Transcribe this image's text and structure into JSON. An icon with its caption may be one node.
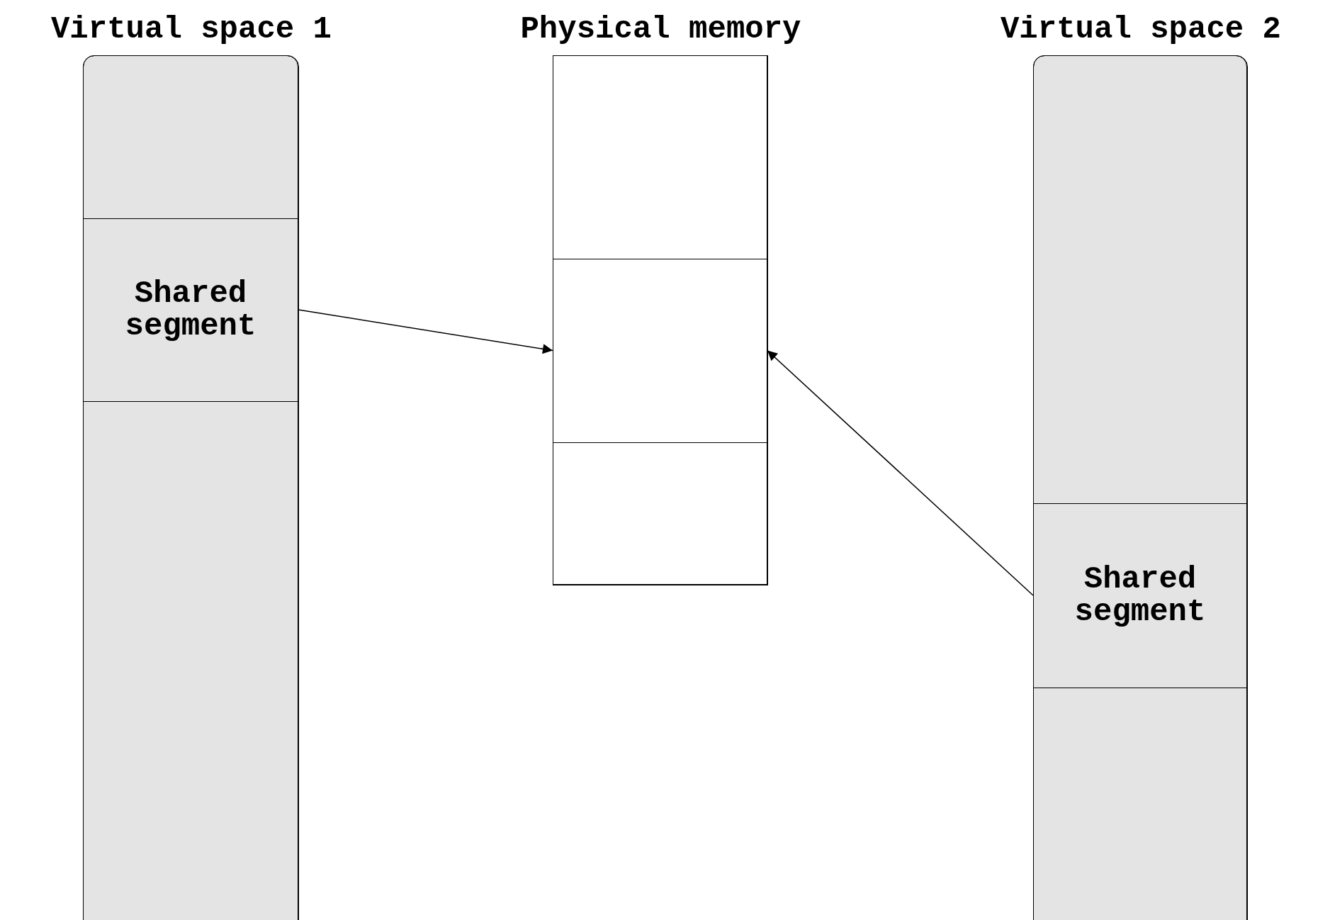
{
  "diagram": {
    "nodes": [
      {
        "text": [
          "Virtual space 1"
        ]
      },
      {
        "text": [],
        "shape": "box",
        "in": 0
      },
      {
        "text": [
          "Shared segment"
        ],
        "in": 0
      },
      {
        "text": [],
        "shape": "box",
        "in": 0
      },
      {
        "text": [
          "Physical memory"
        ]
      },
      {
        "text": [],
        "shape": "box",
        "in": 4
      },
      {
        "text": [],
        "shape": "box",
        "in": 4
      },
      {
        "text": [],
        "shape": "box",
        "in": 4
      },
      {
        "text": [
          "Virtual space 2"
        ]
      },
      {
        "text": [],
        "shape": "box",
        "in": 8
      },
      {
        "text": [
          "Shared segment"
        ],
        "in": 8
      },
      {
        "text": [],
        "shape": "box",
        "in": 8
      }
    ],
    "edges": [
      {
        "from": 2,
        "to": 6,
        "arrow": "to"
      },
      {
        "from": 10,
        "to": 6,
        "arrow": "to"
      }
    ]
  }
}
